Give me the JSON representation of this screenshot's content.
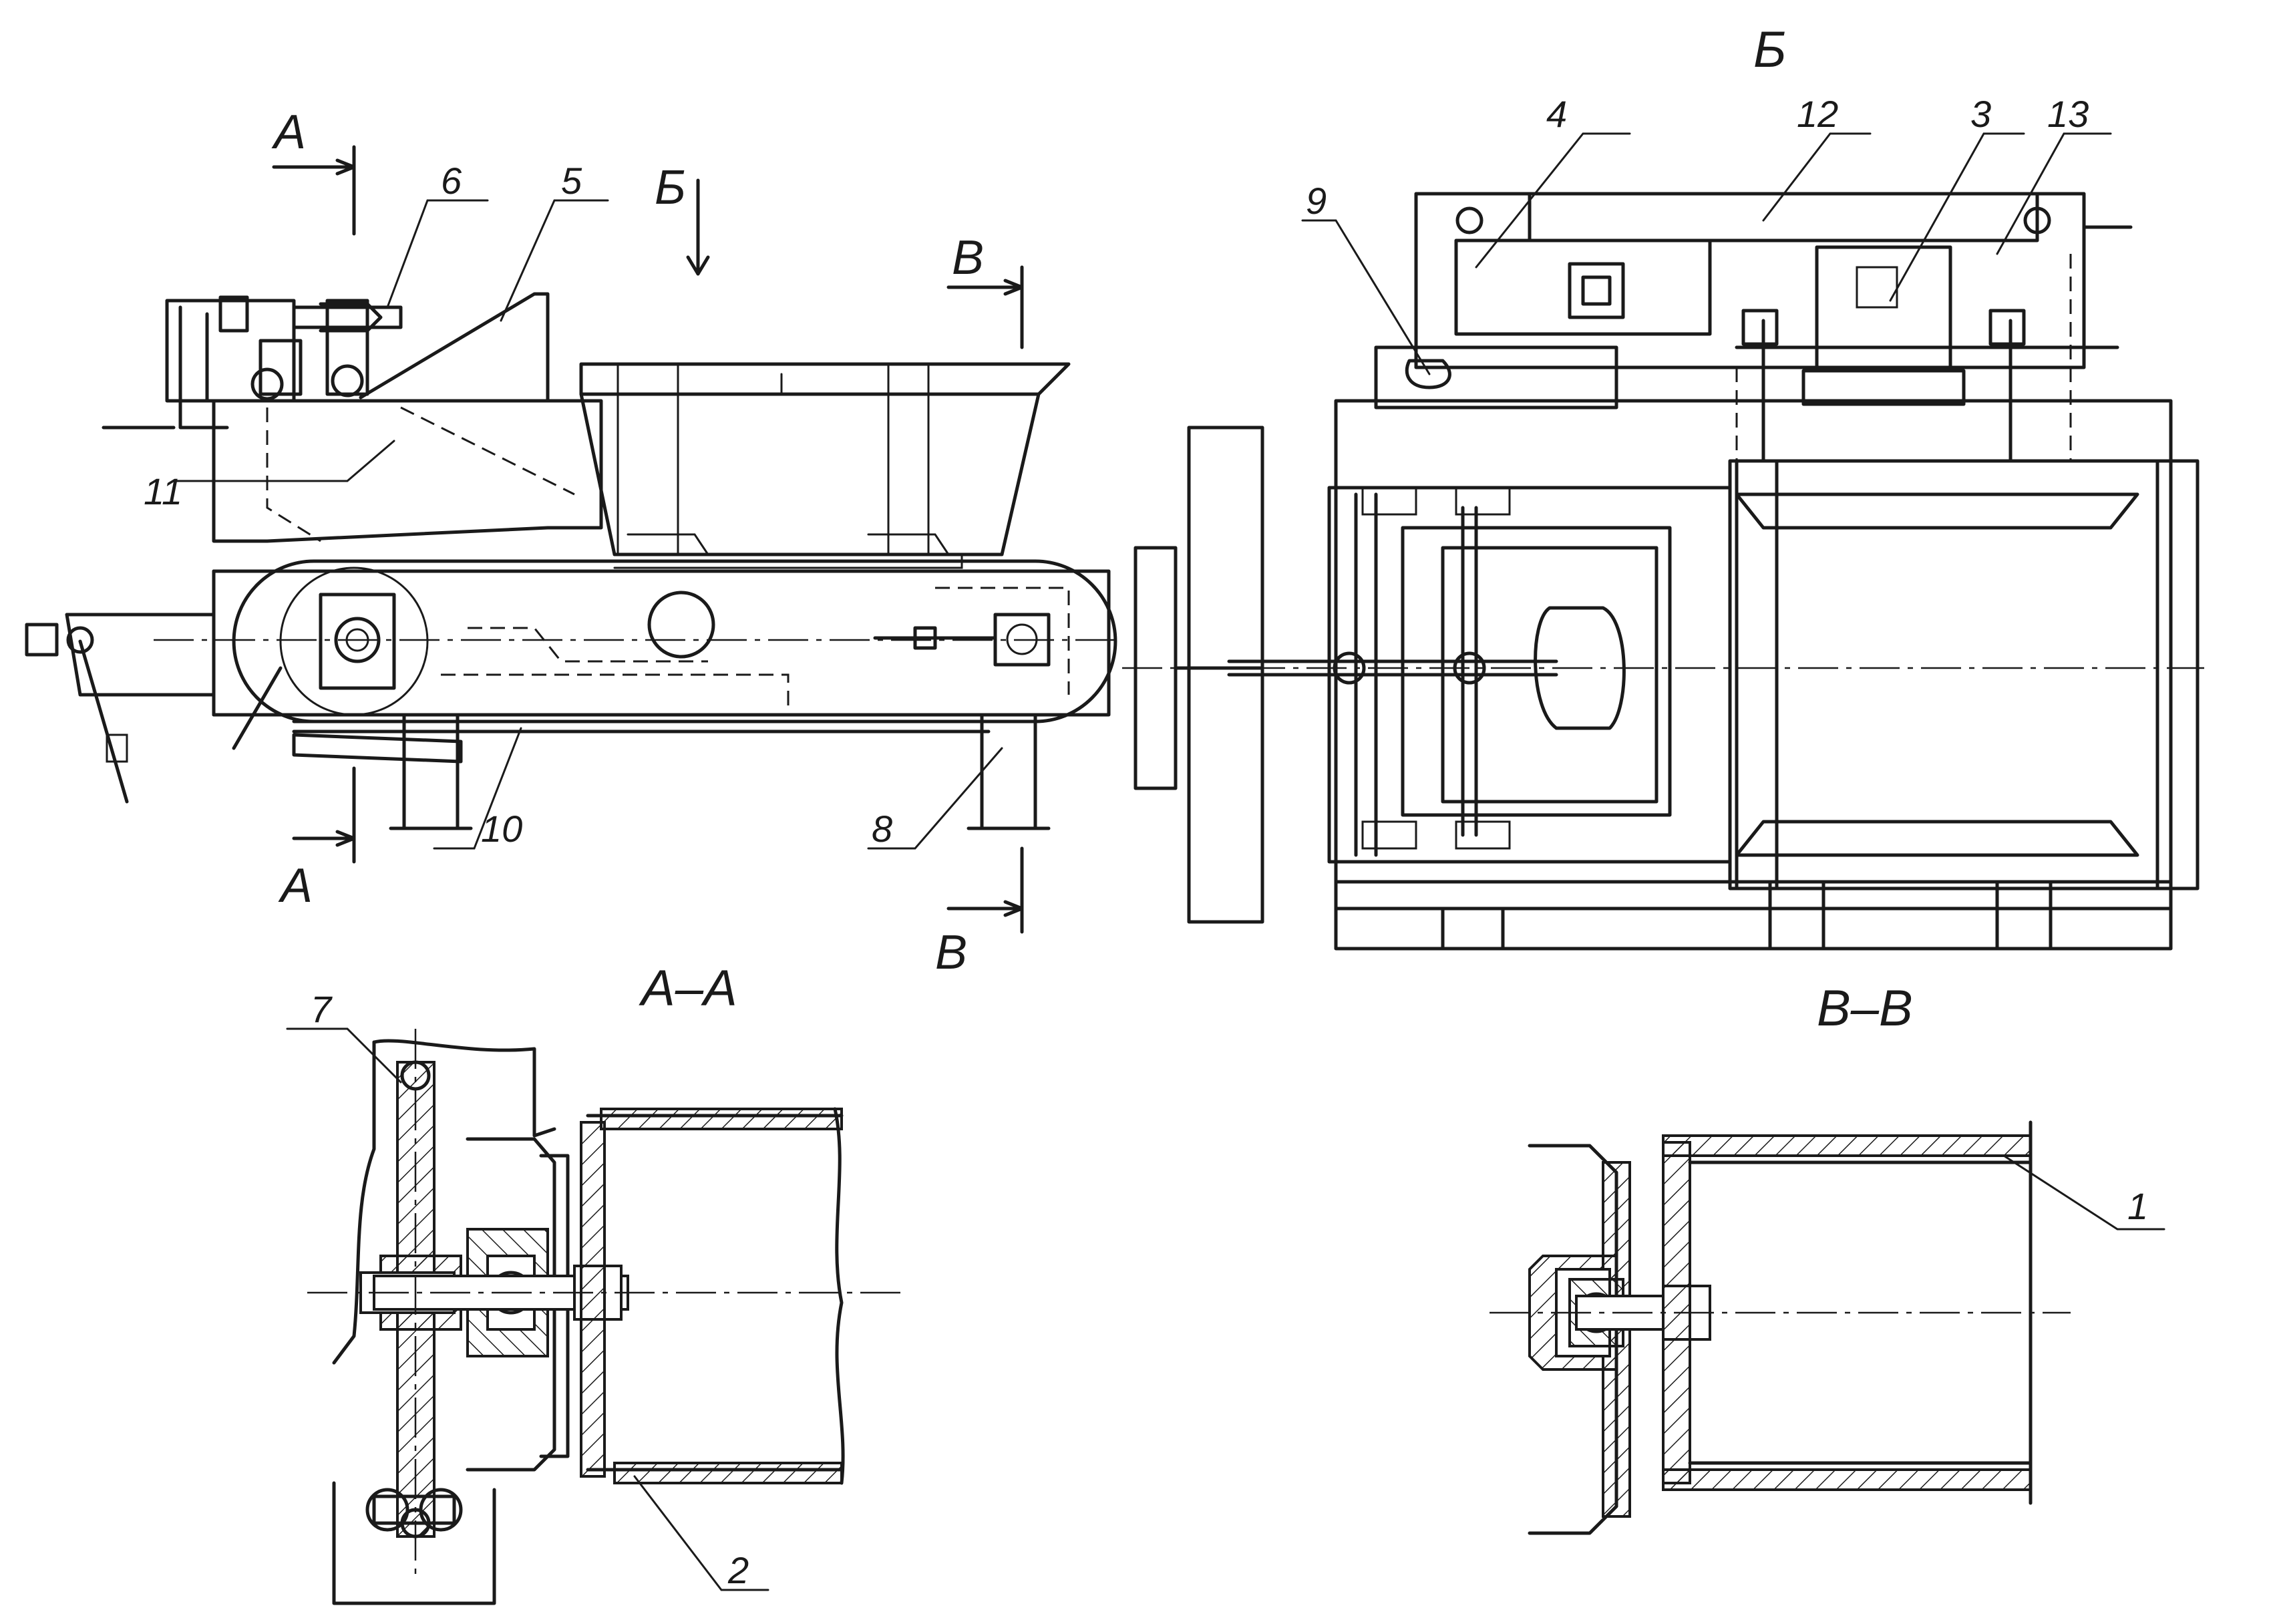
{
  "view_titles": {
    "top_view": "Б",
    "section_a": "А–А",
    "section_b": "В–В"
  },
  "section_markers": {
    "a_top": "А",
    "a_bottom": "А",
    "b_top": "В",
    "b_bottom": "В",
    "view_arrow": "Б"
  },
  "callouts": {
    "c1": "1",
    "c2": "2",
    "c3": "3",
    "c4": "4",
    "c5": "5",
    "c6": "6",
    "c7": "7",
    "c8": "8",
    "c9": "9",
    "c10": "10",
    "c11": "11",
    "c12": "12",
    "c13": "13"
  },
  "colors": {
    "ink": "#1a1a1a",
    "paper": "#ffffff"
  }
}
